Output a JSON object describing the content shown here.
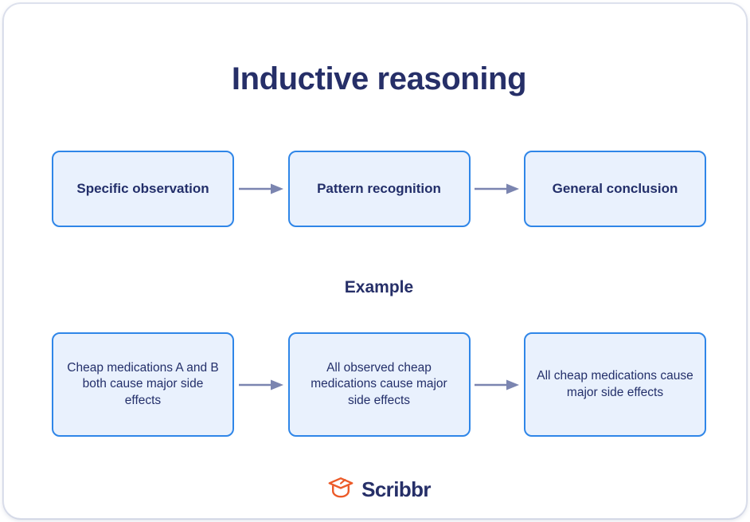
{
  "page": {
    "title": "Inductive reasoning",
    "example_heading": "Example",
    "background": "#ffffff",
    "title_color": "#262f68"
  },
  "theme": {
    "node_fill": "#e9f1fd",
    "node_border": "#2f86e8",
    "node_text": "#232f6a",
    "arrow_color": "#7b85b0",
    "brand_icon_color": "#ec5b29",
    "brand_text_color": "#262f68"
  },
  "flow": {
    "steps": [
      {
        "label": "Specific observation"
      },
      {
        "label": "Pattern recognition"
      },
      {
        "label": "General conclusion"
      }
    ],
    "connectors": [
      {
        "name": "arrow-right-icon"
      },
      {
        "name": "arrow-right-icon"
      }
    ]
  },
  "example": {
    "steps": [
      {
        "label": "Cheap medications A and B both cause major side effects"
      },
      {
        "label": "All observed cheap medications cause major side effects"
      },
      {
        "label": "All cheap medications cause major side effects"
      }
    ],
    "connectors": [
      {
        "name": "arrow-right-icon"
      },
      {
        "name": "arrow-right-icon"
      }
    ]
  },
  "brand": {
    "name": "Scribbr",
    "icon": "graduation-cap-icon"
  }
}
